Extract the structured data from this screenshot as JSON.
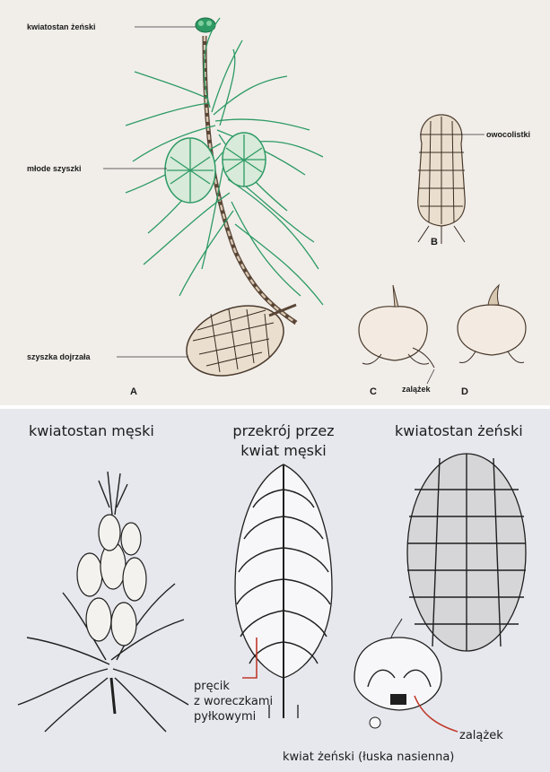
{
  "top_panel": {
    "labels": {
      "female_inflorescence": "kwiatostan żeński",
      "young_cones": "młode szyszki",
      "mature_cone": "szyszka dojrzała",
      "seed_scales": "owocolistki",
      "ovule": "zalążek"
    },
    "letters": {
      "a": "A",
      "b": "B",
      "c": "C",
      "d": "D"
    }
  },
  "bottom_panel": {
    "titles": {
      "male_inflorescence": "kwiatostan męski",
      "cross_section_line1": "przekrój przez",
      "cross_section_line2": "kwiat męski",
      "female_inflorescence": "kwiatostan żeński"
    },
    "labels": {
      "stamen_line1": "pręcik",
      "stamen_line2": "z woreczkami",
      "stamen_line3": "pyłkowymi",
      "ovule": "zalążek",
      "female_flower": "kwiat żeński (łuska nasienna)"
    }
  },
  "colors": {
    "needle_green": "#2d9a64",
    "leader_red": "#c0392b"
  }
}
